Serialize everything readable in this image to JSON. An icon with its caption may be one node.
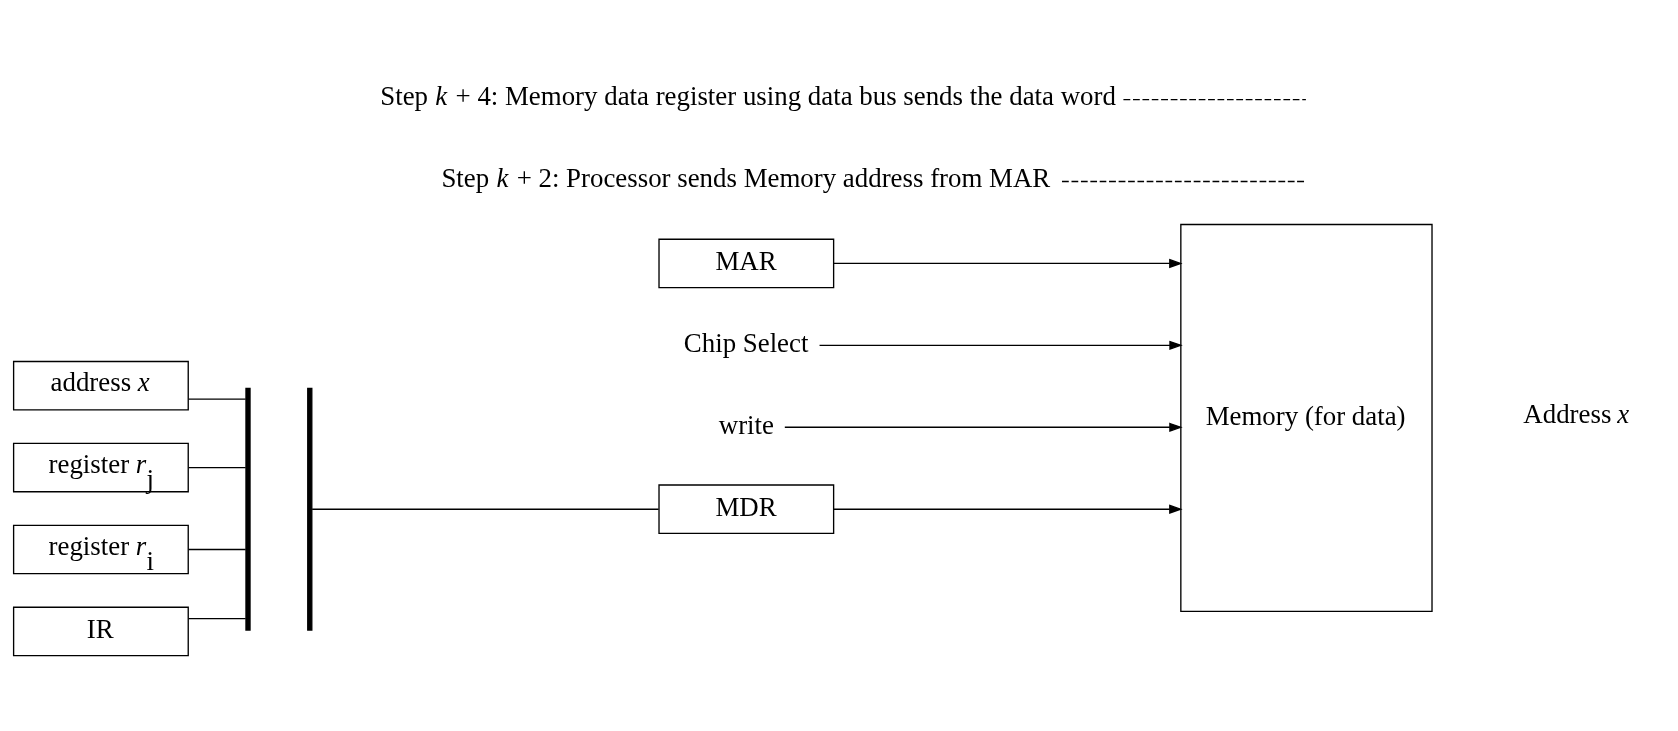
{
  "diagram": {
    "nodes": [
      {
        "text": [
          "address *x*"
        ]
      },
      {
        "text": [
          "register *r*$_{j}$"
        ]
      },
      {
        "text": [
          "register *r*$_{i}$"
        ]
      },
      {
        "text": [
          "IR"
        ]
      },
      {
        "text": [
          "MAR"
        ]
      },
      {
        "text": [
          "Chip Select"
        ]
      },
      {
        "text": [
          "write"
        ]
      },
      {
        "text": [
          "MDR"
        ]
      },
      {
        "text": [
          "Memory (for data)"
        ],
        "beside": [
          "Address *x*"
        ]
      },
      {
        "text": [
          "Step *k* + 2: Processor sends Memory address from MAR"
        ]
      },
      {
        "text": [
          "Step *k* + 4: Memory data register using data bus sends the data word"
        ]
      },
      {
        "text": [],
        "shape": "bar"
      },
      {
        "text": [],
        "shape": "bar"
      }
    ],
    "edges": [
      {
        "from": 0,
        "to": 11,
        "arrow": "none"
      },
      {
        "from": 1,
        "to": 11,
        "arrow": "none"
      },
      {
        "from": 2,
        "to": 11,
        "arrow": "none"
      },
      {
        "from": 3,
        "to": 11,
        "arrow": "none"
      },
      {
        "from": 12,
        "to": 7,
        "arrow": "none"
      },
      {
        "from": 4,
        "to": 8,
        "arrow": "to"
      },
      {
        "from": 5,
        "to": 8,
        "arrow": "to"
      },
      {
        "from": 6,
        "to": 8,
        "arrow": "to"
      },
      {
        "from": 7,
        "to": 8,
        "arrow": "to"
      },
      {
        "from": 9,
        "to": null,
        "arrow": "none",
        "style": "dashed"
      },
      {
        "from": 10,
        "to": null,
        "arrow": "none",
        "style": "dashed"
      }
    ]
  }
}
